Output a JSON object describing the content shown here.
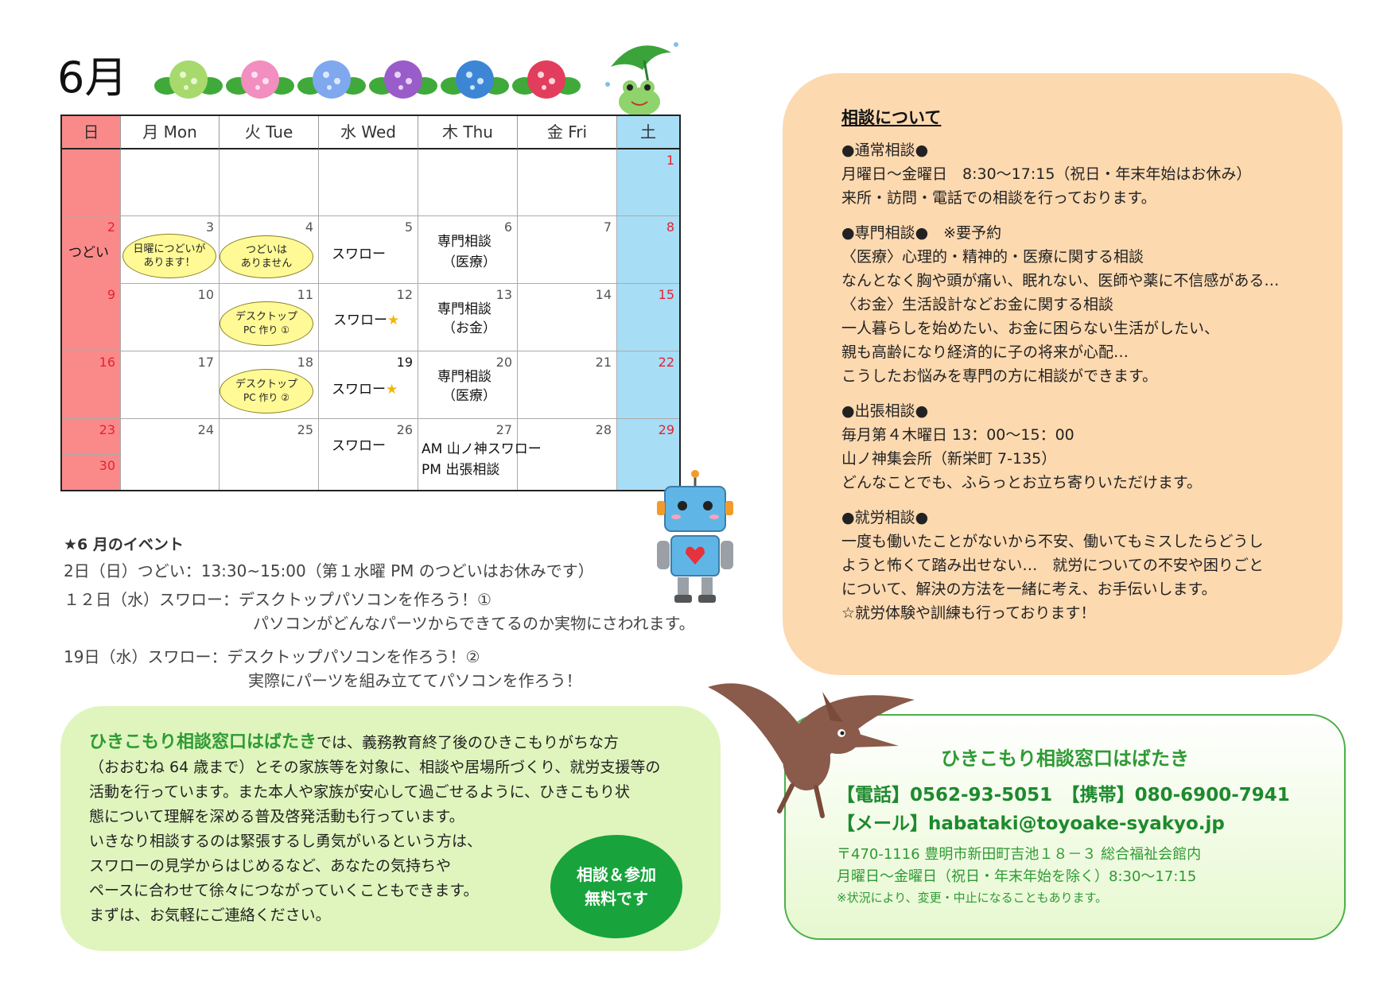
{
  "calendar": {
    "month": "6月",
    "headers": [
      "日",
      "月 Mon",
      "火 Tue",
      "水 Wed",
      "木 Thu",
      "金 Fri",
      "土"
    ],
    "days": {
      "d1": "1",
      "d2": "2",
      "d3": "3",
      "d4": "4",
      "d5": "5",
      "d6": "6",
      "d7": "7",
      "d8": "8",
      "d9": "9",
      "d10": "10",
      "d11": "11",
      "d12": "12",
      "d13": "13",
      "d14": "14",
      "d15": "15",
      "d16": "16",
      "d17": "17",
      "d18": "18",
      "d19": "19",
      "d20": "20",
      "d21": "21",
      "d22": "22",
      "d23": "23",
      "d24": "24",
      "d25": "25",
      "d26": "26",
      "d27": "27",
      "d28": "28",
      "d29": "29",
      "d30": "30"
    },
    "cells": {
      "d2_text": "つどい",
      "d3_bubble_1": "日曜につどいが",
      "d3_bubble_2": "あります！",
      "d4_bubble_1": "つどいは",
      "d4_bubble_2": "ありません",
      "d5_text": "スワロー",
      "d6_text_1": "専門相談",
      "d6_text_2": "（医療）",
      "d11_bubble_1": "デスクトップ",
      "d11_bubble_2": "PC 作り ①",
      "d12_text": "スワロー",
      "d13_text_1": "専門相談",
      "d13_text_2": "（お金）",
      "d18_bubble_1": "デスクトップ",
      "d18_bubble_2": "PC 作り ②",
      "d19_text": "スワロー",
      "d20_text_1": "専門相談",
      "d20_text_2": "（医療）",
      "d26_text": "スワロー",
      "d27_text_1": "AM 山ノ神スワロー",
      "d27_text_2": "PM 出張相談",
      "star": "★"
    }
  },
  "events": {
    "title": "★6 月のイベント",
    "line1": "2日（日）つどい：13:30~15:00（第１水曜 PM のつどいはお休みです）",
    "line2": "１２日（水）スワロー：デスクトップパソコンを作ろう！①",
    "line3": "パソコンがどんなパーツからできてるのか実物にさわれます。",
    "line4": "19日（水）スワロー：デスクトップパソコンを作ろう！②",
    "line5": "実際にパーツを組み立ててパソコンを作ろう！"
  },
  "consult": {
    "title": "相談について",
    "s1_head": "●通常相談●",
    "s1_l1": "月曜日～金曜日　8:30～17:15（祝日・年末年始はお休み）",
    "s1_l2": "来所・訪問・電話での相談を行っております。",
    "s2_head": "●専門相談●　※要予約",
    "s2_l1": "〈医療〉心理的・精神的・医療に関する相談",
    "s2_l2": "なんとなく胸や頭が痛い、眠れない、医師や薬に不信感がある…",
    "s2_l3": "〈お金〉生活設計などお金に関する相談",
    "s2_l4": "一人暮らしを始めたい、お金に困らない生活がしたい、",
    "s2_l5": "親も高齢になり経済的に子の将来が心配…",
    "s2_l6": "こうしたお悩みを専門の方に相談ができます。",
    "s3_head": "●出張相談●",
    "s3_l1": "毎月第４木曜日 13：00～15：00",
    "s3_l2": "山ノ神集会所（新栄町 7-135）",
    "s3_l3": "どんなことでも、ふらっとお立ち寄りいただけます。",
    "s4_head": "●就労相談●",
    "s4_l1": "一度も働いたことがないから不安、働いてもミスしたらどうし",
    "s4_l2": "ようと怖くて踏み出せない…　就労についての不安や困りごと",
    "s4_l3": "について、解決の方法を一緒に考え、お手伝いします。",
    "s4_l4": "☆就労体験や訓練も行っております！"
  },
  "intro": {
    "brand": "ひきこもり相談窓口はばたき",
    "l1_rest": "では、義務教育終了後のひきこもりがちな方",
    "l2": "（おおむね 64 歳まで）とその家族等を対象に、相談や居場所づくり、就労支援等の",
    "l3": "活動を行っています。また本人や家族が安心して過ごせるように、ひきこもり状",
    "l4": "態について理解を深める普及啓発活動も行っています。",
    "l5": "いきなり相談するのは緊張するし勇気がいるという方は、",
    "l6": "スワローの見学からはじめるなど、あなたの気持ちや",
    "l7": "ペースに合わせて徐々につながっていくこともできます。",
    "l8": "まずは、お気軽にご連絡ください。",
    "badge_1": "相談＆参加",
    "badge_2": "無料です"
  },
  "contact": {
    "name": "ひきこもり相談窓口はばたき",
    "phone": "【電話】0562-93-5051　【携帯】080-6900-7941",
    "mail": "【メール】habataki@toyoake-syakyo.jp",
    "address": "〒470-1116 豊明市新田町吉池１８－３ 総合福祉会館内",
    "hours": "月曜日～金曜日（祝日・年末年始を除く）8:30～17:15",
    "note": "※状況により、変更・中止になることもあります。"
  }
}
